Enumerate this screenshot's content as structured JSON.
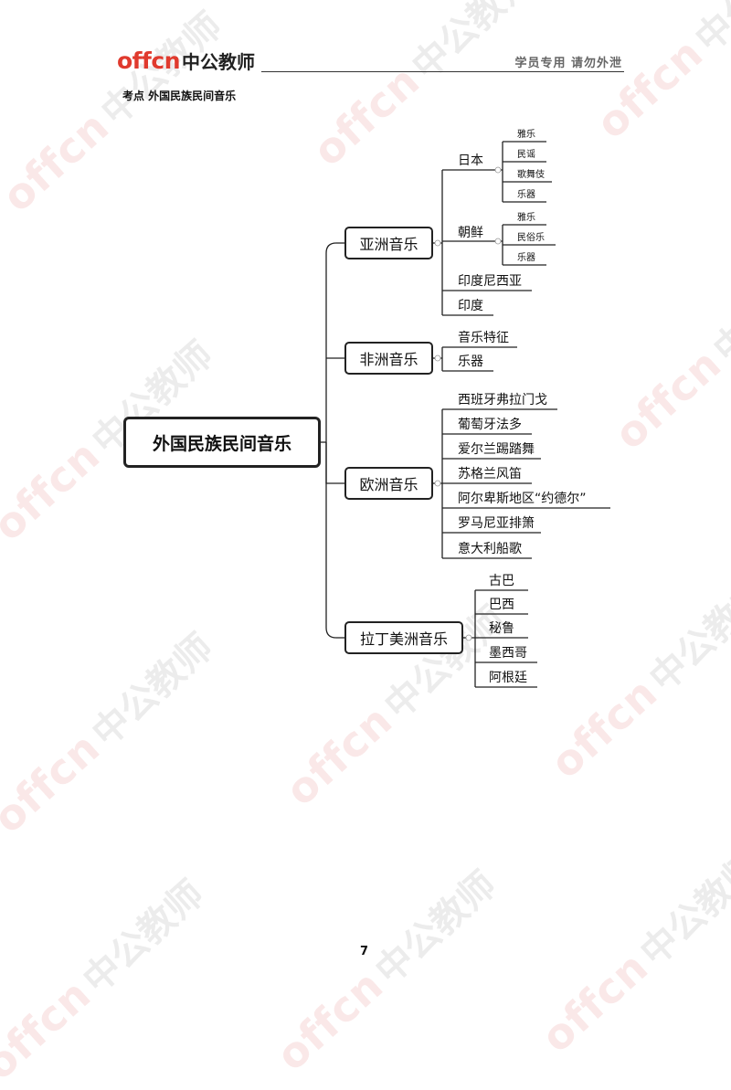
{
  "header": {
    "logo_latin": "offcn",
    "logo_cjk": "中公教师",
    "note": "学员专用  请勿外泄"
  },
  "topic": "考点  外国民族民间音乐",
  "watermark": {
    "latin": "offcn",
    "cjk": "中公教师",
    "color": "#d75050"
  },
  "mindmap": {
    "root": "外国民族民间音乐",
    "asia": {
      "label": "亚洲音乐",
      "japan": {
        "label": "日本",
        "items": [
          "雅乐",
          "民谣",
          "歌舞伎",
          "乐器"
        ]
      },
      "korea": {
        "label": "朝鲜",
        "items": [
          "雅乐",
          "民俗乐",
          "乐器"
        ]
      },
      "indonesia": "印度尼西亚",
      "india": "印度"
    },
    "africa": {
      "label": "非洲音乐",
      "items": [
        "音乐特征",
        "乐器"
      ]
    },
    "europe": {
      "label": "欧洲音乐",
      "items": [
        "西班牙弗拉门戈",
        "葡萄牙法多",
        "爱尔兰踢踏舞",
        "苏格兰风笛",
        "阿尔卑斯地区“约德尔”",
        "罗马尼亚排箫",
        "意大利船歌"
      ]
    },
    "latin": {
      "label": "拉丁美洲音乐",
      "items": [
        "古巴",
        "巴西",
        "秘鲁",
        "墨西哥",
        "阿根廷"
      ]
    }
  },
  "page_number": "7"
}
